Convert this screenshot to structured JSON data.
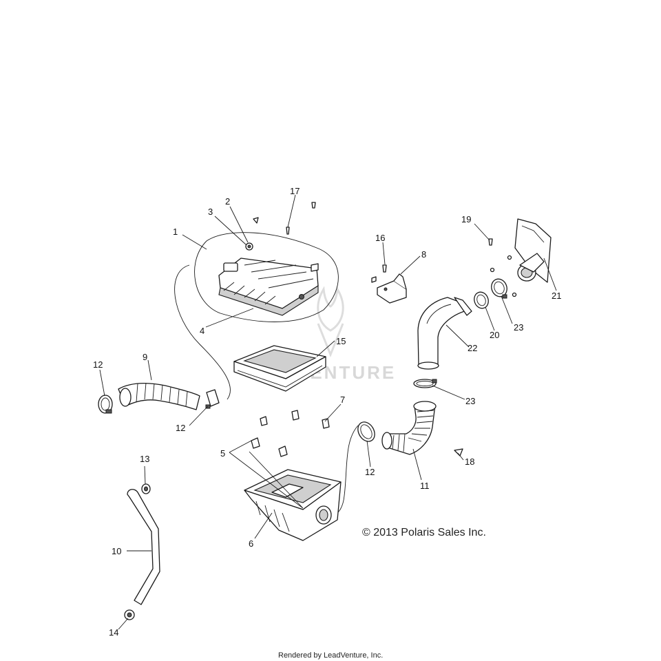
{
  "callouts": {
    "c1": "1",
    "c2": "2",
    "c3": "3",
    "c4": "4",
    "c5": "5",
    "c6": "6",
    "c7": "7",
    "c8": "8",
    "c9": "9",
    "c10": "10",
    "c11": "11",
    "c12a": "12",
    "c12b": "12",
    "c12c": "12",
    "c13": "13",
    "c14": "14",
    "c15": "15",
    "c16": "16",
    "c17": "17",
    "c18": "18",
    "c19": "19",
    "c20": "20",
    "c21": "21",
    "c22": "22",
    "c23a": "23",
    "c23b": "23"
  },
  "watermark_text": "VENTURE",
  "copyright": "© 2013 Polaris Sales Inc.",
  "footer": "Rendered by LeadVenture, Inc."
}
